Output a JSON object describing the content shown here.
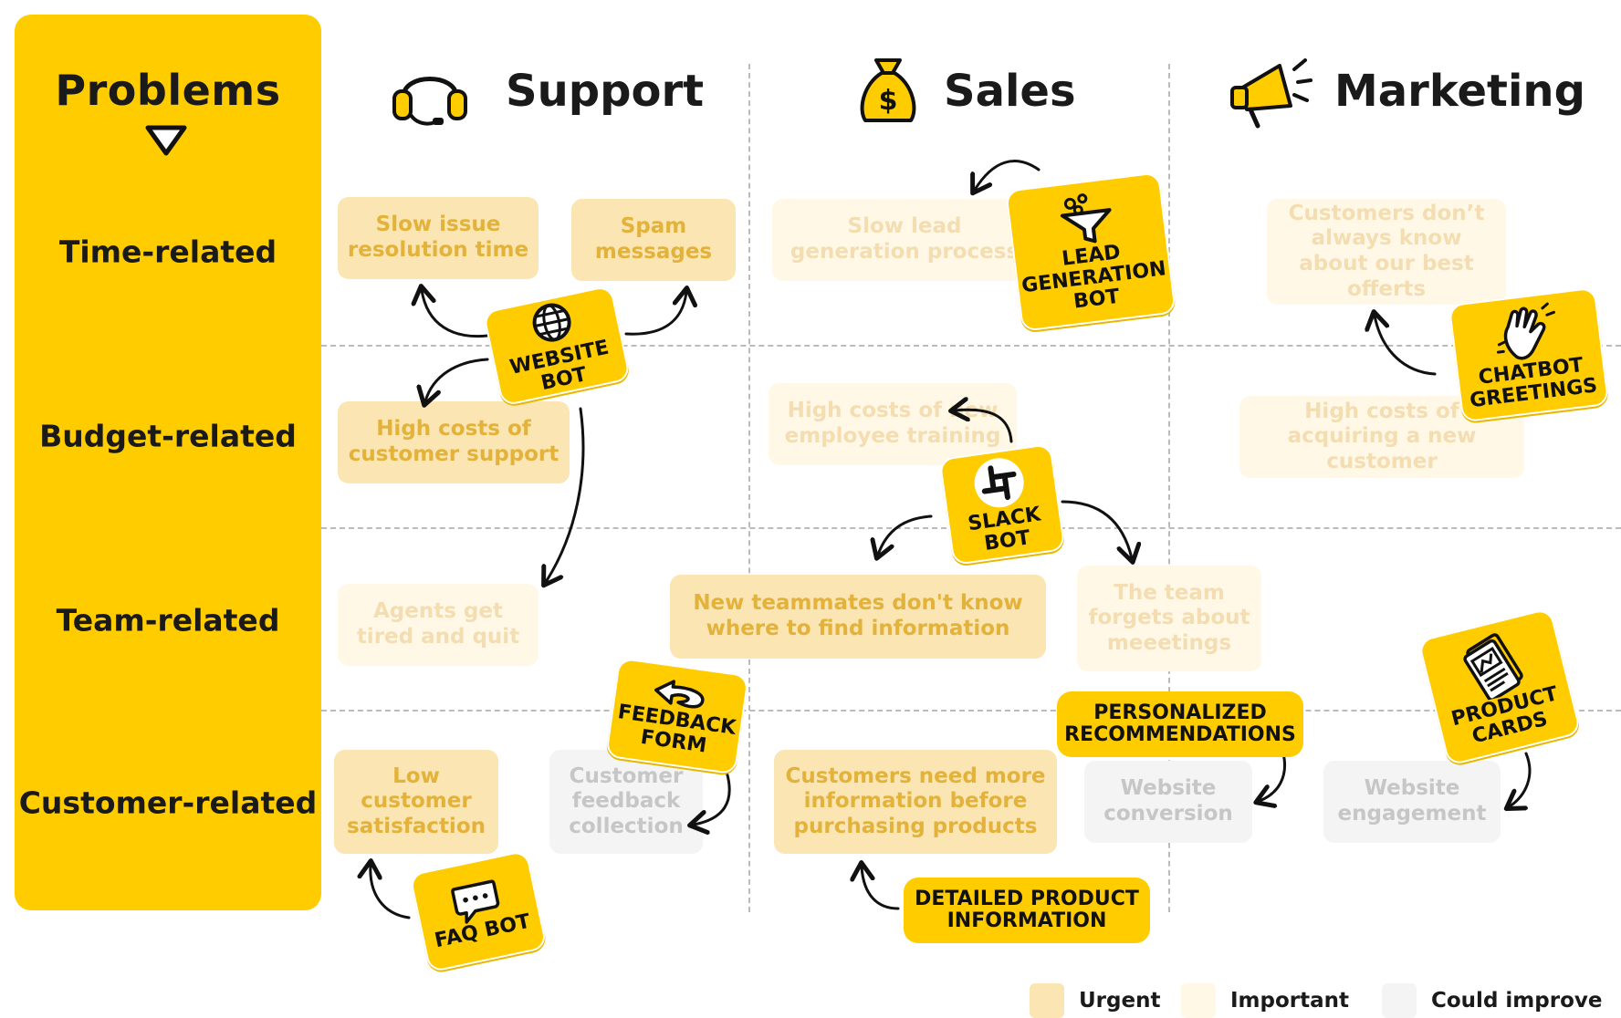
{
  "sidebar": {
    "title": "Problems",
    "rows": [
      "Time-related",
      "Budget-related",
      "Team-related",
      "Customer-related"
    ]
  },
  "columns": [
    {
      "label": "Support",
      "icon": "headset-icon"
    },
    {
      "label": "Sales",
      "icon": "money-bag-icon"
    },
    {
      "label": "Marketing",
      "icon": "megaphone-icon"
    }
  ],
  "problems": {
    "slow_issue": "Slow issue resolution time",
    "spam": "Spam messages",
    "slow_lead": "Slow lead generation process",
    "customers_dont_know": "Customers don’t always know about our best offerts",
    "high_support": "High costs of customer support",
    "high_training": "High costs of new employee training",
    "high_acquiring": "High costs of acquiring a new customer",
    "agents_tired": "Agents get tired and quit",
    "new_teammates": "New teammates don't know where to find information",
    "team_forgets": "The team forgets about meeetings",
    "low_satisfaction": "Low customer satisfaction",
    "feedback_collection": "Customer feedback collection",
    "need_more_info": "Customers need more information before purchasing products",
    "website_conversion": "Website conversion",
    "website_engagement": "Website engagement"
  },
  "bots": {
    "website_bot": "WEBSITE BOT",
    "lead_bot": "LEAD GENERATION BOT",
    "chatbot_greetings": "CHATBOT GREETINGS",
    "slack_bot": "SLACK BOT",
    "feedback_form": "FEEDBACK FORM",
    "personalized": "PERSONALIZED RECOMMENDATIONS",
    "product_cards": "PRODUCT CARDS",
    "faq_bot": "FAQ BOT",
    "detailed_info": "DETAILED PRODUCT INFORMATION"
  },
  "legend": [
    {
      "label": "Urgent",
      "color": "#fbe5b3"
    },
    {
      "label": "Important",
      "color": "#fff8e7"
    },
    {
      "label": "Could improve",
      "color": "#f4f4f4"
    }
  ],
  "colors": {
    "accent": "#ffcc00",
    "text": "#1a1a1a"
  }
}
